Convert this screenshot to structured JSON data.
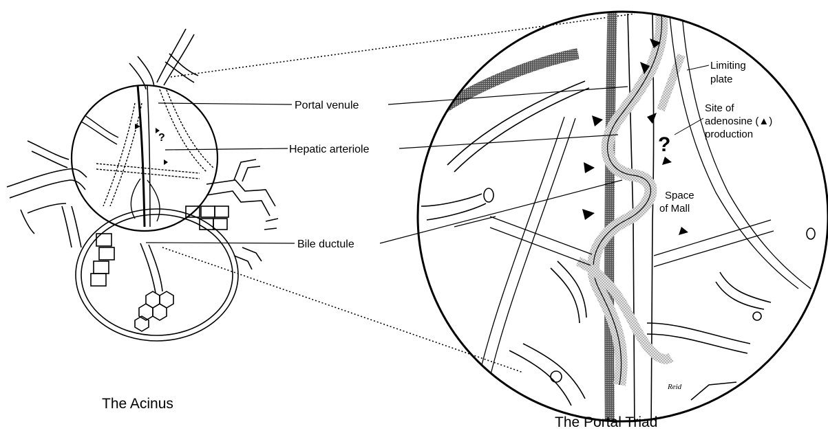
{
  "labels": {
    "portal_venule": "Portal venule",
    "hepatic_arteriole": "Hepatic arteriole",
    "bile_ductule": "Bile ductule",
    "limiting_plate_1": "Limiting",
    "limiting_plate_2": "plate",
    "adenosine_1": "Site of",
    "adenosine_2": "adenosine (▲)",
    "adenosine_3": "production",
    "space_mall_1": "Space",
    "space_mall_2": "of Mall",
    "question_mark": "?",
    "signature": "Reid"
  },
  "captions": {
    "acinus": "The Acinus",
    "portal_triad": "The Portal Triad"
  },
  "colors": {
    "ink": "#000000",
    "paper": "#ffffff",
    "stipple": "#bdbdbd",
    "dark_vessel": "#333333"
  }
}
